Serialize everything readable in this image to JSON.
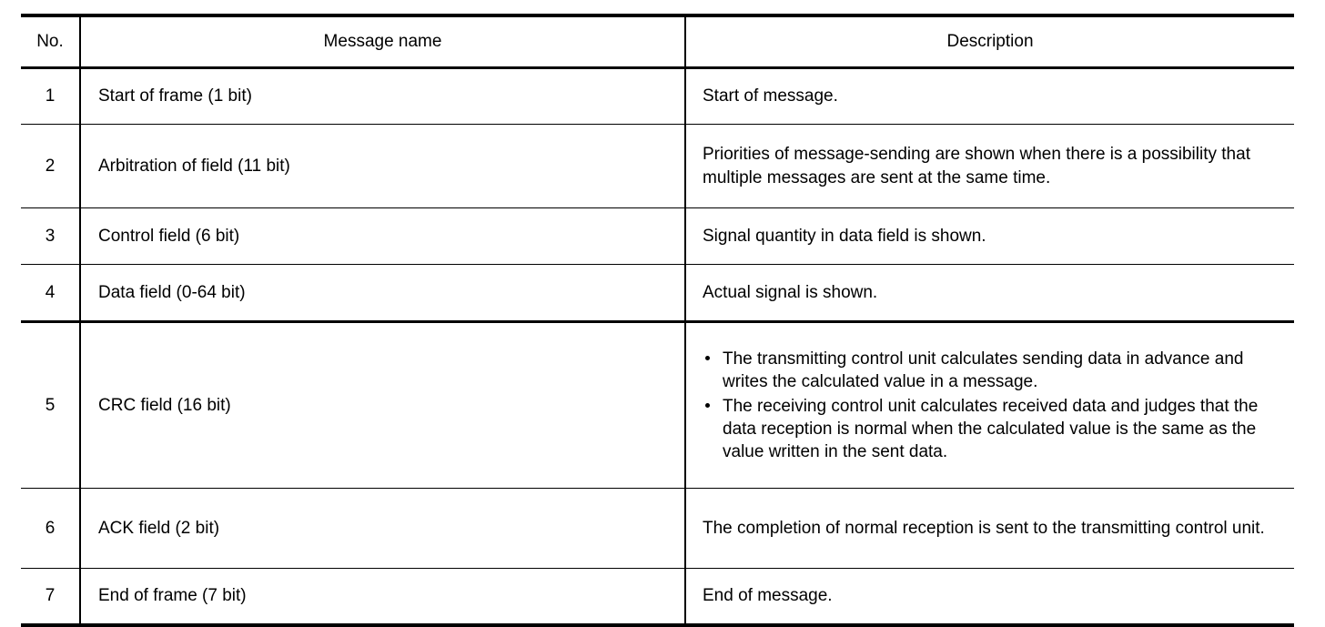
{
  "table": {
    "columns": [
      {
        "key": "no",
        "label": "No."
      },
      {
        "key": "name",
        "label": "Message name"
      },
      {
        "key": "desc",
        "label": "Description"
      }
    ],
    "rows": [
      {
        "no": "1",
        "name": "Start of frame (1 bit)",
        "desc": "Start of message."
      },
      {
        "no": "2",
        "name": "Arbitration of field (11 bit)",
        "desc": "Priorities of message-sending are shown when there is a possibility that multiple messages are sent at the same time."
      },
      {
        "no": "3",
        "name": "Control field (6 bit)",
        "desc": "Signal quantity in data field is shown."
      },
      {
        "no": "4",
        "name": "Data field (0-64 bit)",
        "desc": "Actual signal is shown."
      },
      {
        "no": "5",
        "name": "CRC field (16 bit)",
        "desc_bullets": [
          "The transmitting control unit calculates sending data in advance and writes the calculated value in a message.",
          "The receiving control unit calculates received data and judges that the data reception is normal when the calculated value is the same as the value written in the sent data."
        ]
      },
      {
        "no": "6",
        "name": "ACK field (2 bit)",
        "desc": "The completion of normal reception is sent to the transmitting control unit."
      },
      {
        "no": "7",
        "name": "End of frame (7 bit)",
        "desc": "End of message."
      }
    ]
  }
}
